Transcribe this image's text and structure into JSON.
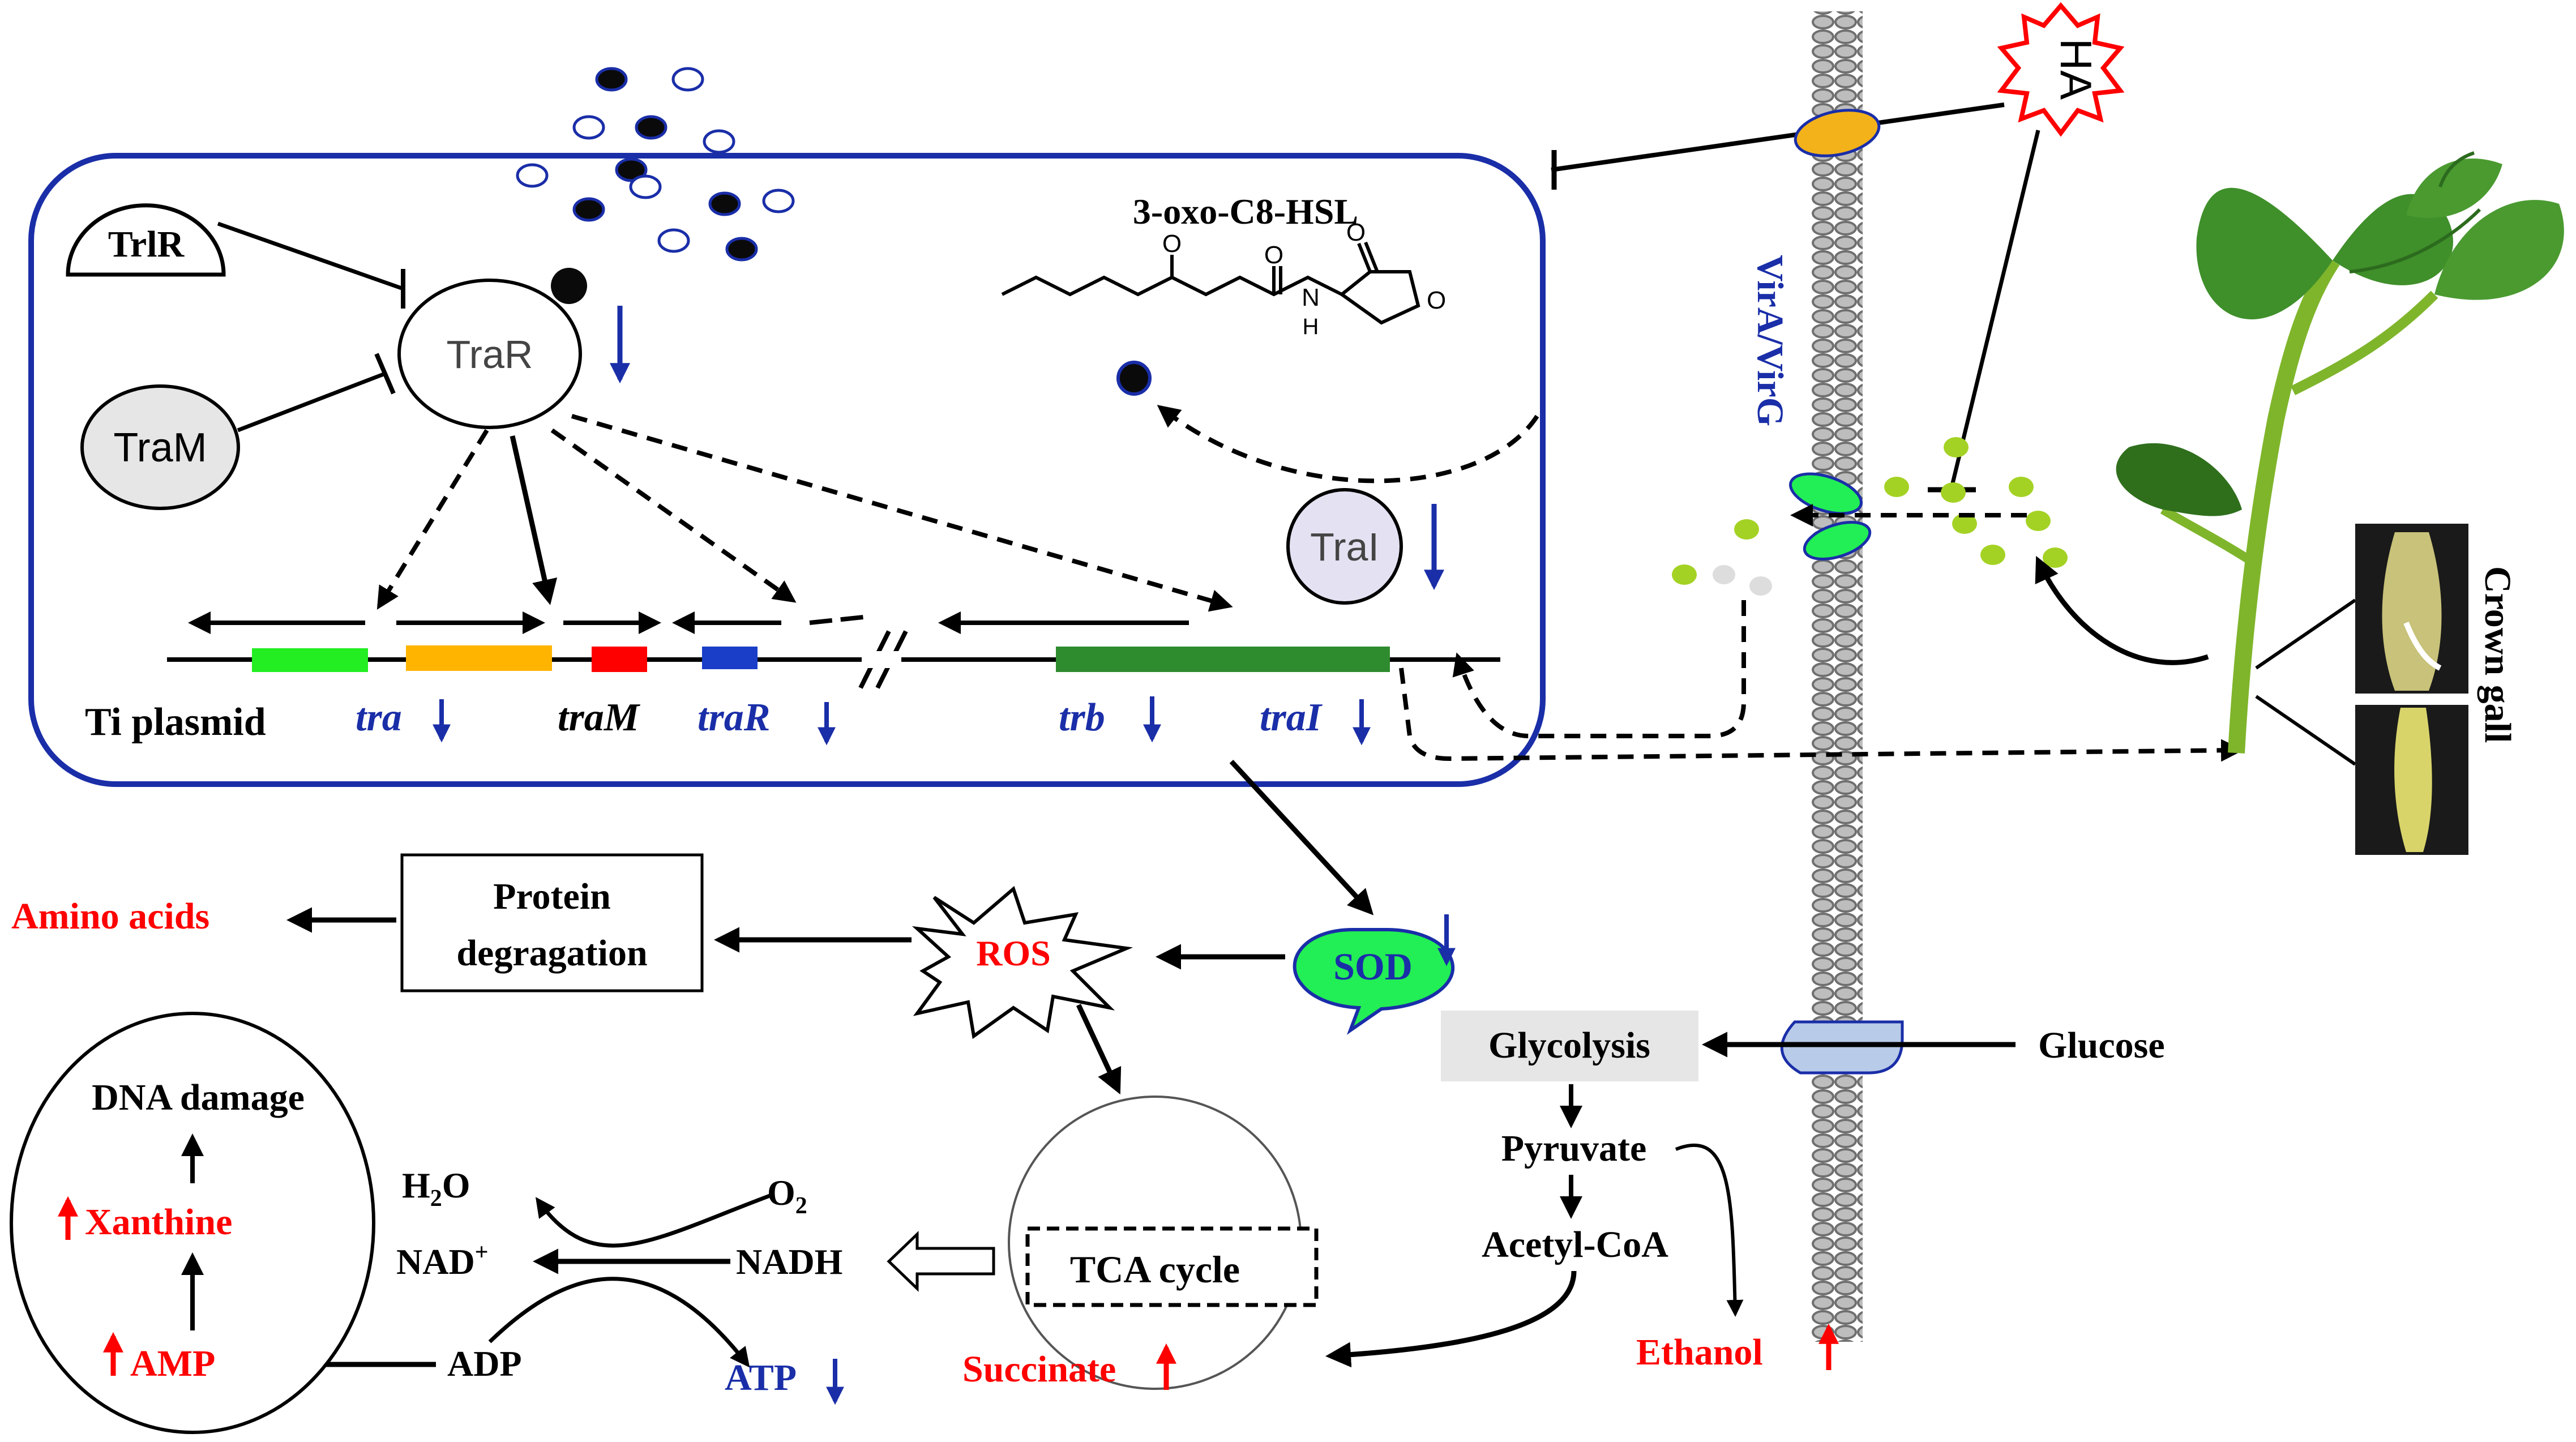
{
  "colors": {
    "cell_border": "#1a2ea8",
    "gene_blue": "#1a2ea8",
    "red": "#ff0000",
    "black": "#000000",
    "green_bar": "#2e8b2e",
    "tra_green": "#22ee22",
    "tra_orange": "#ffb400",
    "traM_red": "#ff0000",
    "traR_blue": "#1a3ec8",
    "sod_green": "#22ee55",
    "signal_green": "#a4d224",
    "gray_box": "#e6e6e6",
    "membrane": "#8a8a8a"
  },
  "icons": [
    "circle-molecule-icon",
    "hexagon-ring-icon",
    "starburst-icon",
    "speech-bubble-icon",
    "plant-photo-icon"
  ],
  "labels": {
    "trlR": "TrlR",
    "traR_protein": "TraR",
    "traM_protein": "TraM",
    "traI_protein": "TraI",
    "hsl": "3-oxo-C8-HSL",
    "hsl_H": "H",
    "hsl_N": "N",
    "hsl_O1": "O",
    "hsl_O2": "O",
    "hsl_O3": "O",
    "ti_plasmid": "Ti plasmid",
    "tra": "tra",
    "traM": "traM",
    "traR": "traR",
    "trb": "trb",
    "traI": "traI",
    "vir": "VirA/VirG",
    "ha": "HA",
    "crown_gall": "Crown gall",
    "protein_deg_1": "Protein",
    "protein_deg_2": "degragation",
    "amino_acids": "Amino acids",
    "ros": "ROS",
    "sod": "SOD",
    "glycolysis": "Glycolysis",
    "glucose": "Glucose",
    "pyruvate": "Pyruvate",
    "acetyl_coa": "Acetyl-CoA",
    "ethanol": "Ethanol",
    "tca": "TCA cycle",
    "succinate": "Succinate",
    "dna_damage": "DNA damage",
    "xanthine": "Xanthine",
    "amp": "AMP",
    "h2o": "H",
    "h2o_sub": "2",
    "h2o_end": "O",
    "nad": "NAD",
    "nad_sup": "+",
    "o2": "O",
    "o2_sub": "2",
    "nadh": "NADH",
    "adp": "ADP",
    "atp": "ATP"
  }
}
